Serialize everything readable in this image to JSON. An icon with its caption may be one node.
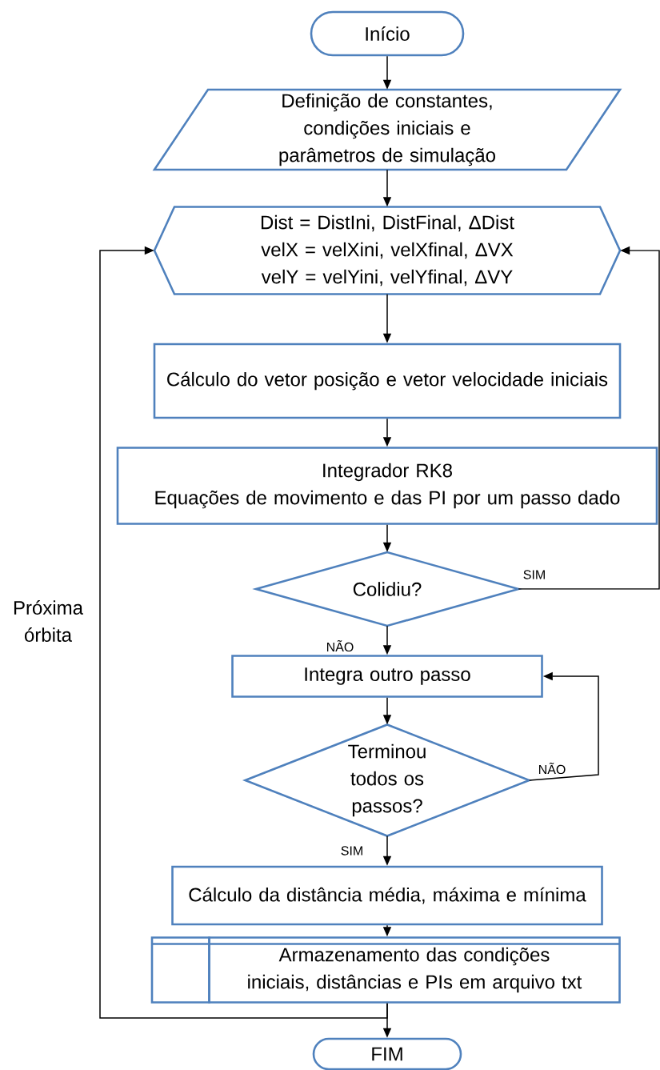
{
  "diagram": {
    "nodes": [
      {
        "text": [
          "Início"
        ]
      },
      {
        "text": [
          "Definição de constantes, condições iniciais e parâmetros de simulação"
        ]
      },
      {
        "text": [
          "Dist = DistIni, DistFinal, ΔDist",
          "velX = velXini, velXfinal, ΔVX",
          "velY = velYini, velYfinal, ΔVY"
        ]
      },
      {
        "text": [
          "Cálculo do vetor posição e vetor velocidade iniciais"
        ]
      },
      {
        "text": [
          "Integrador RK8",
          "Equações de movimento e das PI por um passo dado"
        ]
      },
      {
        "text": [
          "Colidiu?"
        ]
      },
      {
        "text": [
          "Integra outro passo"
        ]
      },
      {
        "text": [
          "Terminou todos os passos?"
        ]
      },
      {
        "text": [
          "Cálculo da distância média, máxima e mínima"
        ]
      },
      {
        "text": [
          "Armazenamento das condições iniciais, distâncias e PIs em arquivo txt"
        ]
      },
      {
        "text": [
          "FIM"
        ]
      }
    ],
    "edges": [
      {
        "from": 0,
        "to": 1,
        "arrow": "to"
      },
      {
        "from": 1,
        "to": 2,
        "arrow": "to"
      },
      {
        "from": 2,
        "to": 3,
        "arrow": "to"
      },
      {
        "from": 3,
        "to": 4,
        "arrow": "to"
      },
      {
        "from": 4,
        "to": 5,
        "arrow": "to"
      },
      {
        "from": 5,
        "to": 6,
        "arrow": "to",
        "label": "NÃO"
      },
      {
        "from": 6,
        "to": 7,
        "arrow": "to"
      },
      {
        "from": 7,
        "to": 8,
        "arrow": "to",
        "label": "SIM"
      },
      {
        "from": 8,
        "to": 9,
        "arrow": "to"
      },
      {
        "from": 9,
        "to": 10,
        "arrow": "to"
      },
      {
        "from": 5,
        "to": 2,
        "arrow": "to",
        "label": "SIM"
      },
      {
        "from": 7,
        "to": 6,
        "arrow": "to",
        "label": "NÃO"
      },
      {
        "from": 9,
        "to": 2,
        "arrow": "to",
        "label": "Próxima órbita"
      }
    ]
  }
}
